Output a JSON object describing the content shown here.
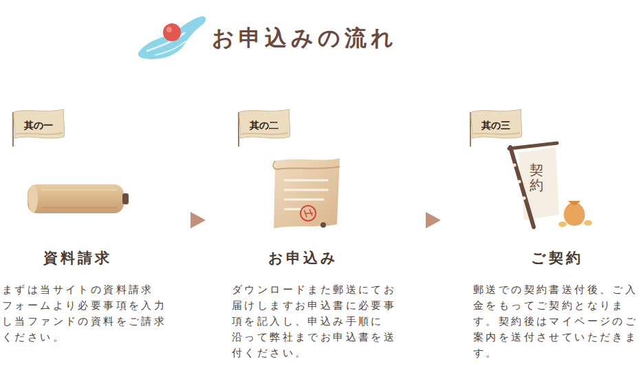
{
  "diagram": {
    "title": "お申込みの流れ",
    "nodes": [
      {
        "text": [
          "資料請求",
          "まずは当サイトの資料請求 フォームより必要事項を入力 し当ファンドの資料をご請求 ください。"
        ]
      },
      {
        "text": [
          "其の一"
        ],
        "in": 0
      },
      {
        "text": [
          "お申込み",
          "ダウンロードまた郵送にてお 届けしますお申込書に必要事 項を記入し、申込み手順に 沿って弊社までお申込書を送 付ください。"
        ]
      },
      {
        "text": [
          "其の二"
        ],
        "in": 2
      },
      {
        "text": [
          "ご契約",
          "郵送での契約書送付後、ご入 金をもってご契約となりま す。契約後はマイページのご 案内を送付させていただきま す。"
        ]
      },
      {
        "text": [
          "其の三"
        ],
        "in": 4
      }
    ],
    "edges": [
      {
        "from": 0,
        "to": 2,
        "arrow": "to"
      },
      {
        "from": 2,
        "to": 4,
        "arrow": "to"
      }
    ],
    "labels": [
      "契約"
    ]
  }
}
